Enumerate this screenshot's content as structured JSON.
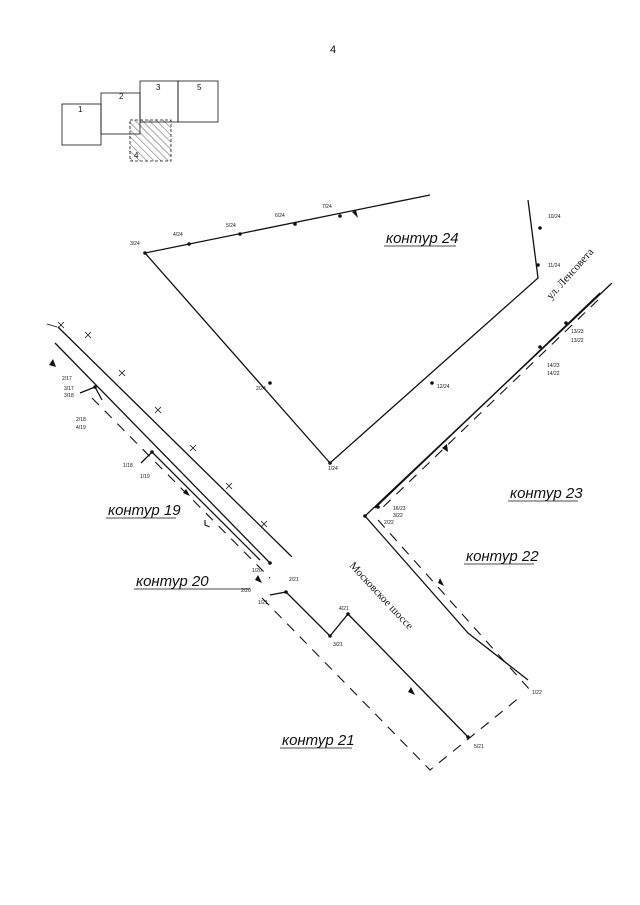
{
  "page_number": "4",
  "key_map": {
    "sheets": [
      "1",
      "2",
      "3",
      "5",
      "4"
    ]
  },
  "streets": {
    "lensoveta": "ул. Ленсовета",
    "moskovskoe": "Московское шоссе"
  },
  "contours": {
    "c24": "контур 24",
    "c23": "контур 23",
    "c22": "контур 22",
    "c21": "контур 21",
    "c20": "контур 20",
    "c19": "контур 19"
  },
  "points": {
    "p3_24": "3/24",
    "p4_24": "4/24",
    "p5_24": "5/24",
    "p6_24": "6/24",
    "p7_24": "7/24",
    "p10_24": "10/24",
    "p11_24": "11/24",
    "p12_24": "12/24",
    "p2_24": "2/24",
    "p1_24": "1/24",
    "p13_23": "13/23",
    "p13_22": "13/22",
    "p14_23": "14/23",
    "p14_22": "14/22",
    "p16_23": "16/23",
    "p3_22": "3/22",
    "p2_22": "2/22",
    "p1_22": "1/22",
    "p1_21": "1/21",
    "p2_21": "2/21",
    "p3_21": "3/21",
    "p4_21": "4/21",
    "p5_21": "5/21",
    "p1_20": "1/20",
    "p2_20": "2/20",
    "p1_19": "1/19",
    "p1_18": "1/18",
    "p2_17": "2/17",
    "p3_17": "3/17",
    "p3_18": "3/18",
    "p2_18": "2/18",
    "p4_19": "4/19"
  }
}
